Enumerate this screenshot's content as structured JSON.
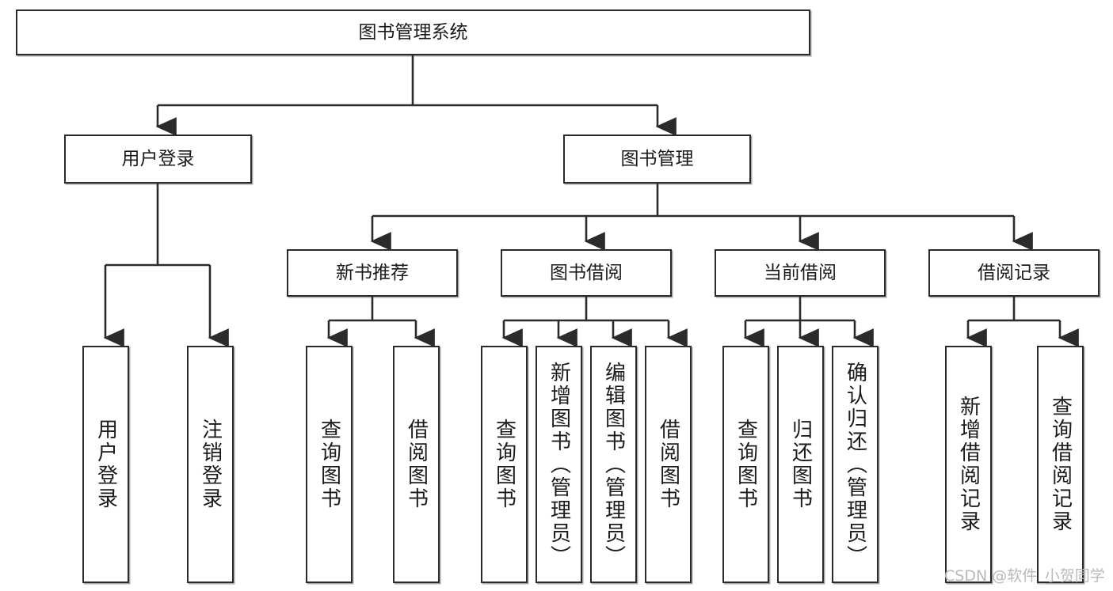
{
  "diagram": {
    "type": "tree-hierarchy-chart",
    "title_node": {
      "label": "图书管理系统"
    },
    "level1": [
      {
        "label": "用户登录"
      },
      {
        "label": "图书管理"
      }
    ],
    "level2": [
      {
        "label": "新书推荐"
      },
      {
        "label": "图书借阅"
      },
      {
        "label": "当前借阅"
      },
      {
        "label": "借阅记录"
      }
    ],
    "leaves": {
      "user_login": [
        {
          "label": "用户登录"
        },
        {
          "label": "注销登录"
        }
      ],
      "new_book_recommend": [
        {
          "label": "查询图书"
        },
        {
          "label": "借阅图书"
        }
      ],
      "book_borrow": [
        {
          "label": "查询图书"
        },
        {
          "label": "新增图书（管理员）"
        },
        {
          "label": "编辑图书（管理员）"
        },
        {
          "label": "借阅图书"
        }
      ],
      "current_borrow": [
        {
          "label": "查询图书"
        },
        {
          "label": "归还图书"
        },
        {
          "label": "确认归还（管理员）"
        }
      ],
      "borrow_record": [
        {
          "label": "新增借阅记录"
        },
        {
          "label": "查询借阅记录"
        }
      ]
    }
  },
  "watermark": {
    "text": "CSDN @软件_小贺同学"
  },
  "colors": {
    "stroke": "#2b2b2b",
    "fill": "#ffffff",
    "text": "#1b1b1b",
    "watermark": "#b9b9b9"
  }
}
